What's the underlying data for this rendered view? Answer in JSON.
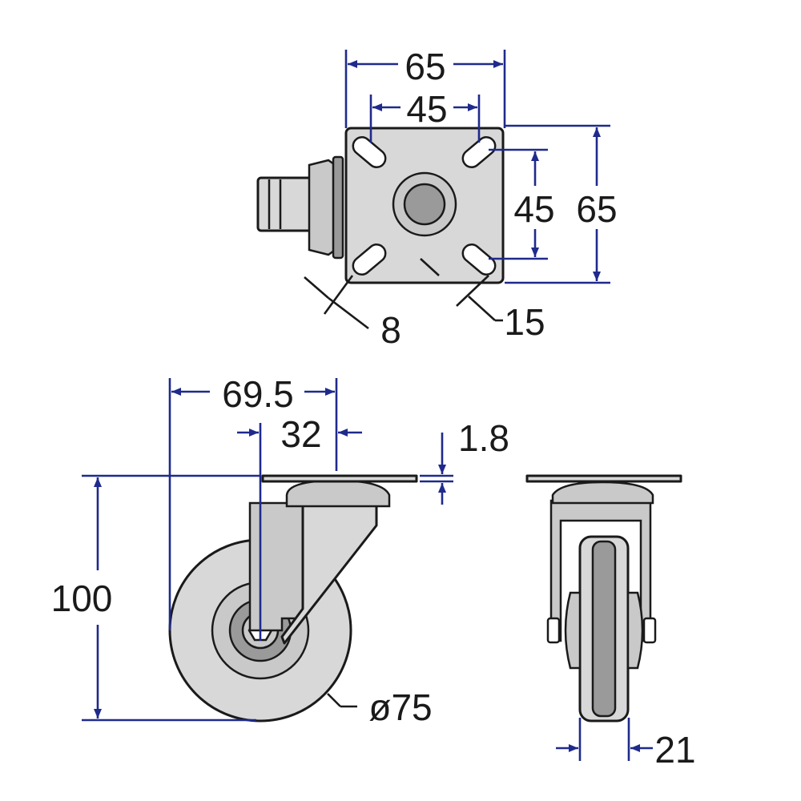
{
  "top_view": {
    "plate_width": "65",
    "hole_spacing_x": "45",
    "hole_spacing_y": "45",
    "plate_height": "65",
    "slot_width": "8",
    "slot_length": "15"
  },
  "side_view": {
    "overall_offset": "69.5",
    "swivel_offset": "32",
    "plate_thickness": "1.8",
    "overall_height": "100",
    "wheel_diameter": "ø75"
  },
  "front_view": {
    "wheel_width": "21"
  },
  "colors": {
    "dimension": "#1f2a8c",
    "outline": "#1a1a1a",
    "fill": "#d8d8d8"
  }
}
